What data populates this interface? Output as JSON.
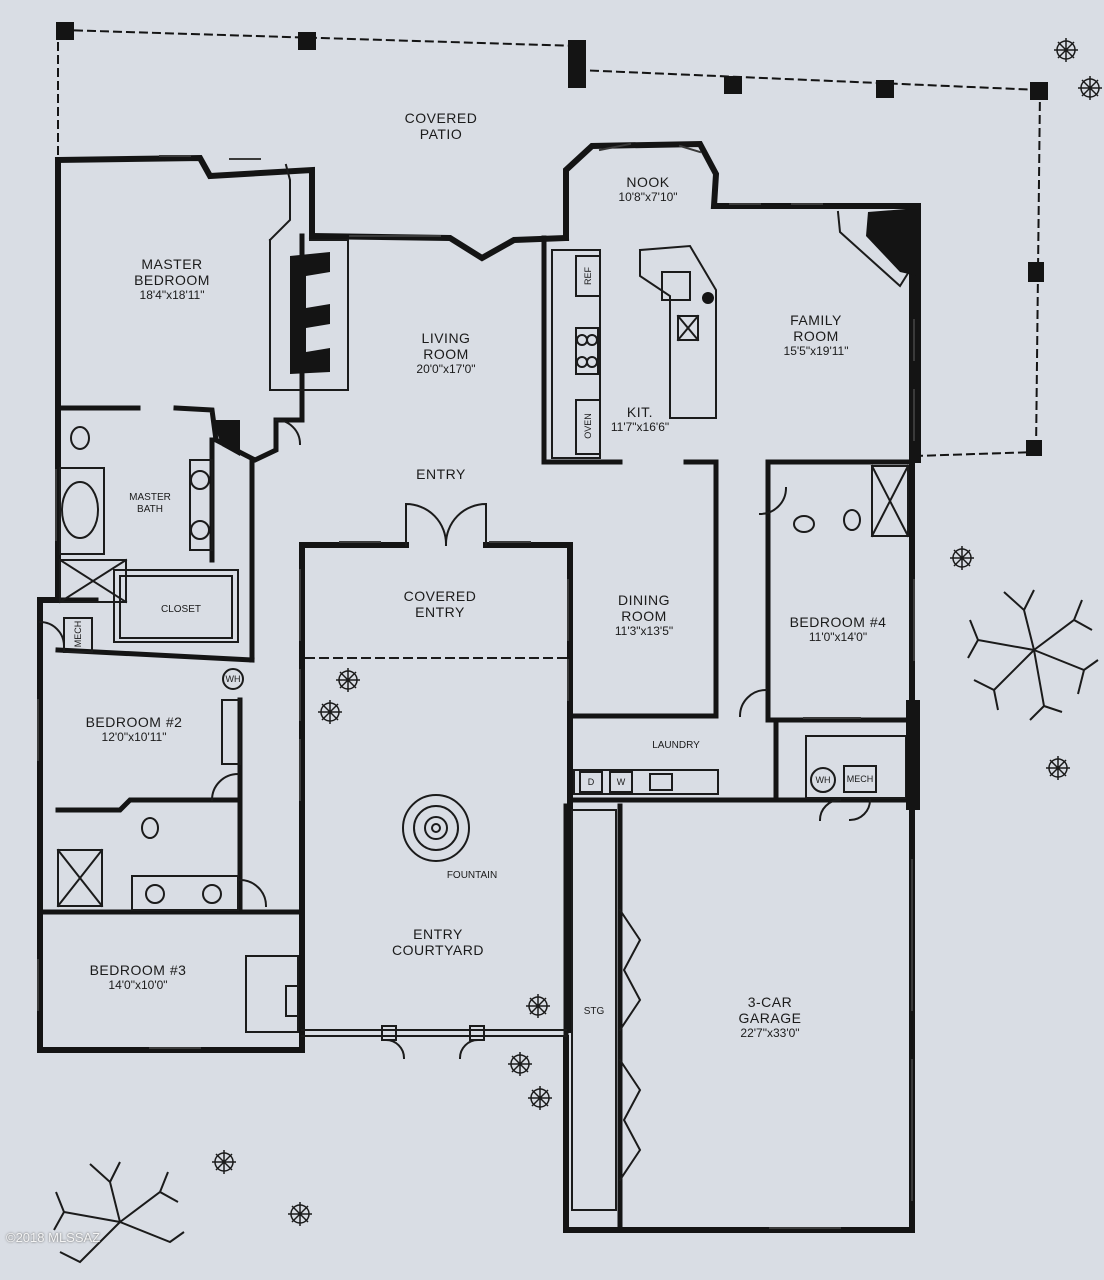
{
  "rooms": {
    "covered_patio": {
      "name_l1": "COVERED",
      "name_l2": "PATIO"
    },
    "nook": {
      "name": "NOOK",
      "dims": "10'8\"x7'10\""
    },
    "master_bedroom": {
      "name_l1": "MASTER",
      "name_l2": "BEDROOM",
      "dims": "18'4\"x18'11\""
    },
    "living_room": {
      "name_l1": "LIVING",
      "name_l2": "ROOM",
      "dims": "20'0\"x17'0\""
    },
    "kitchen": {
      "name": "KIT.",
      "dims": "11'7\"x16'6\""
    },
    "family_room": {
      "name_l1": "FAMILY",
      "name_l2": "ROOM",
      "dims": "15'5\"x19'11\""
    },
    "entry": {
      "name": "ENTRY"
    },
    "master_bath": {
      "name_l1": "MASTER",
      "name_l2": "BATH"
    },
    "closet": {
      "name": "CLOSET"
    },
    "covered_entry": {
      "name_l1": "COVERED",
      "name_l2": "ENTRY"
    },
    "dining_room": {
      "name_l1": "DINING",
      "name_l2": "ROOM",
      "dims": "11'3\"x13'5\""
    },
    "bedroom_4": {
      "name": "BEDROOM #4",
      "dims": "11'0\"x14'0\""
    },
    "bedroom_2": {
      "name": "BEDROOM #2",
      "dims": "12'0\"x10'11\""
    },
    "laundry": {
      "name": "LAUNDRY"
    },
    "entry_courtyard": {
      "name_l1": "ENTRY",
      "name_l2": "COURTYARD"
    },
    "fountain": {
      "name": "FOUNTAIN"
    },
    "bedroom_3": {
      "name": "BEDROOM #3",
      "dims": "14'0\"x10'0\""
    },
    "garage": {
      "name_l1": "3-CAR",
      "name_l2": "GARAGE",
      "dims": "22'7\"x33'0\""
    },
    "storage": {
      "name": "STG"
    }
  },
  "fixtures": {
    "ref": "REF",
    "oven": "OVEN",
    "mech_left": "MECH",
    "mech_right": "MECH",
    "wh_left": "WH",
    "wh_right": "WH",
    "dryer": "D",
    "washer": "W"
  },
  "watermark": "©2018 MLSSAZ",
  "colors": {
    "background": "#d9dde4",
    "wall": "#141414",
    "line": "#1b1b1b"
  }
}
